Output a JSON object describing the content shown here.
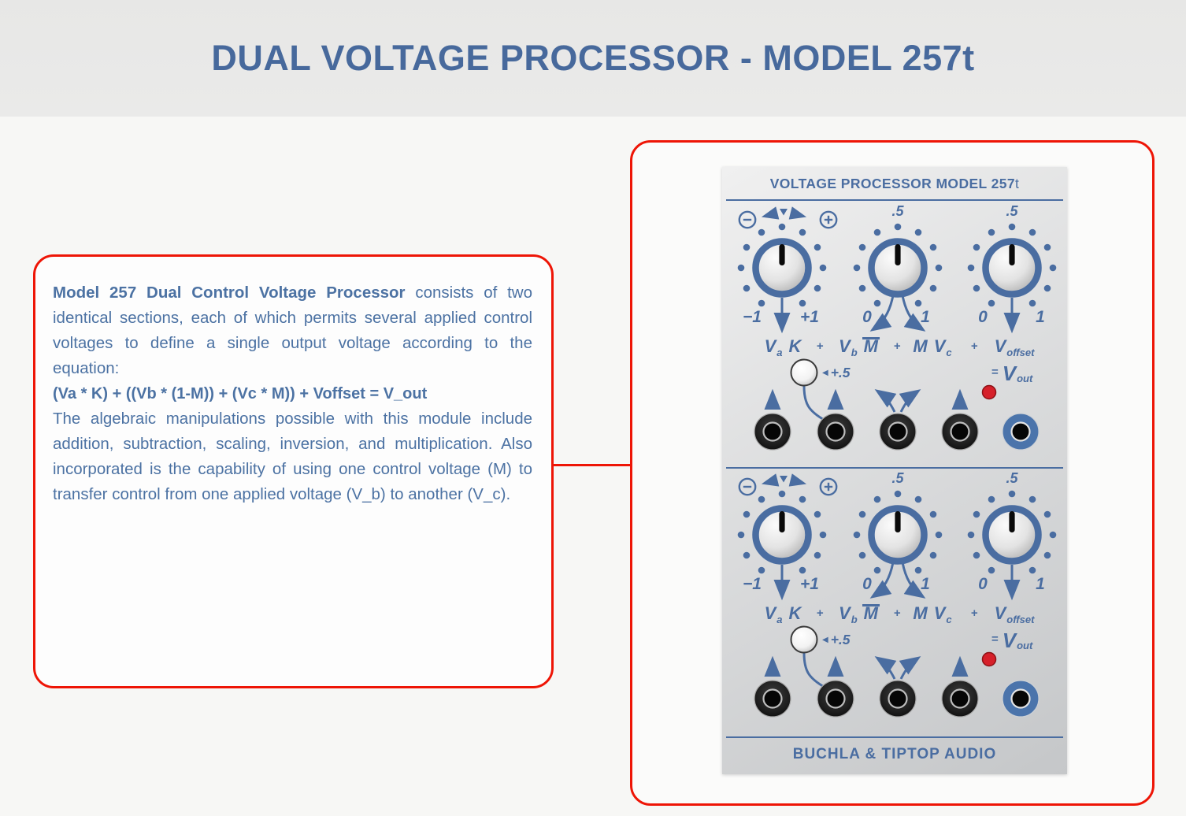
{
  "page": {
    "title": "DUAL VOLTAGE PROCESSOR - MODEL 257t"
  },
  "colors": {
    "header_title": "#47699c",
    "body_text": "#4c72a3",
    "accent_red": "#ee1506",
    "module_blue": "#4a6da1",
    "led_red": "#d6202a",
    "output_jack_blue": "#4b74ab",
    "panel_silver": "#d5d6d7"
  },
  "icons": {
    "minus_polarity": "−",
    "plus_polarity": "+",
    "pointer_triangle": "▼",
    "ccw_arrow": "←",
    "cw_arrow": "→"
  },
  "info_box": {
    "p1_bold": "Model 257 Dual Control Voltage Processor",
    "p1_rest": "consists of two identical sections, each of which permits several applied control voltages to define a single output voltage according to the equation:",
    "equation": "(Va * K) + ((Vb * (1-M)) + (Vc * M)) + Voffset = V_out",
    "p2": "The algebraic manipulations possible with this module include addition, subtraction, scaling, inversion, and multiplication. Also incorporated is the capability of using one control voltage (M) to transfer control from one applied voltage (V_b) to another (V_c)."
  },
  "module": {
    "title_main": "VOLTAGE PROCESSOR MODEL 257",
    "title_suffix": "t",
    "brand": "BUCHLA & TIPTOP AUDIO",
    "sections": [
      {
        "knob1_min": "−1",
        "knob1_max": "+1",
        "knob2_top": ".5",
        "knob2_min": "0",
        "knob2_max": "1",
        "knob3_top": ".5",
        "knob3_min": "0",
        "knob3_max": "1",
        "term1_v": "V",
        "term1_sub": "a",
        "term1_k": "K",
        "plus1": "+",
        "term2_v": "V",
        "term2_sub": "b",
        "term2_m": "M",
        "plus2": "+",
        "term3_m": "M",
        "term3_v": "V",
        "term3_sub": "c",
        "plus3": "+",
        "term4_v": "V",
        "term4_sub": "offset",
        "ball_pointer": "◀",
        "ball_value": "+.5",
        "out_equals": "=",
        "out_v": "V",
        "out_sub": "out"
      },
      {
        "knob1_min": "−1",
        "knob1_max": "+1",
        "knob2_top": ".5",
        "knob2_min": "0",
        "knob2_max": "1",
        "knob3_top": ".5",
        "knob3_min": "0",
        "knob3_max": "1",
        "term1_v": "V",
        "term1_sub": "a",
        "term1_k": "K",
        "plus1": "+",
        "term2_v": "V",
        "term2_sub": "b",
        "term2_m": "M",
        "plus2": "+",
        "term3_m": "M",
        "term3_v": "V",
        "term3_sub": "c",
        "plus3": "+",
        "term4_v": "V",
        "term4_sub": "offset",
        "ball_pointer": "◀",
        "ball_value": "+.5",
        "out_equals": "=",
        "out_v": "V",
        "out_sub": "out"
      }
    ]
  }
}
